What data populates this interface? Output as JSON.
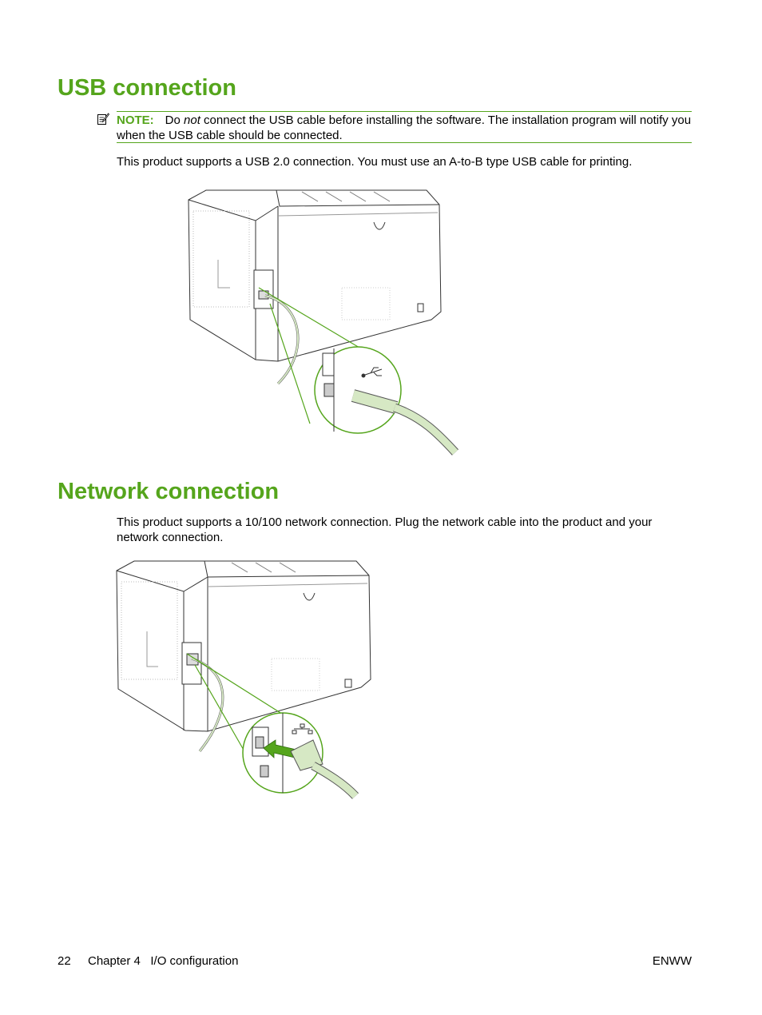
{
  "usb": {
    "title": "USB connection",
    "note_label": "NOTE:",
    "note_pre": "Do ",
    "note_em": "not",
    "note_post": " connect the USB cable before installing the software. The installation program will notify you when the USB cable should be connected.",
    "body": "This product supports a USB 2.0 connection. You must use an A-to-B type USB cable for printing."
  },
  "network": {
    "title": "Network connection",
    "body": "This product supports a 10/100 network connection. Plug the network cable into the product and your network connection."
  },
  "footer": {
    "page": "22",
    "chapter": "Chapter 4   I/O configuration",
    "right": "ENWW"
  },
  "colors": {
    "accent": "#55a51c",
    "cable": "#d6e8c4"
  },
  "icons": [
    "note-icon",
    "usb-icon",
    "network-icon"
  ]
}
